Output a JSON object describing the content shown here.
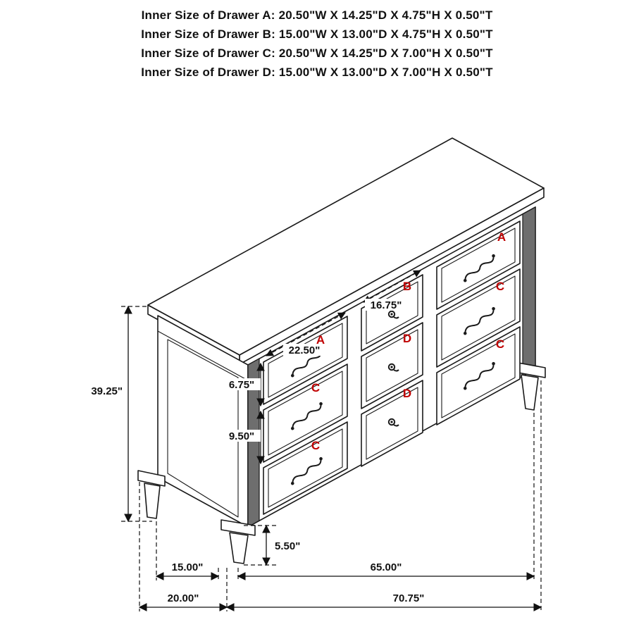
{
  "header": {
    "lines": [
      "Inner Size of Drawer A: 20.50\"W X 14.25\"D X 4.75\"H X 0.50\"T",
      "Inner Size of Drawer B: 15.00\"W X 13.00\"D X 4.75\"H X 0.50\"T",
      "Inner Size of Drawer C: 20.50\"W X 14.25\"D X 7.00\"H X 0.50\"T",
      "Inner Size of Drawer D: 15.00\"W X 13.00\"D X 7.00\"H X 0.50\"T"
    ]
  },
  "drawers": {
    "left": [
      "A",
      "C",
      "C"
    ],
    "middle": [
      "B",
      "D",
      "D"
    ],
    "right": [
      "A",
      "C",
      "C"
    ]
  },
  "dimensions": {
    "total_height": "39.25\"",
    "row_a_height": "6.75\"",
    "row_c_height": "9.50\"",
    "drawer_a_width": "22.50\"",
    "drawer_b_width": "16.75\"",
    "leg_height": "5.50\"",
    "leg_depth_span": "15.00\"",
    "leg_width_span": "65.00\"",
    "total_depth": "20.00\"",
    "total_width": "70.75\""
  },
  "colors": {
    "line": "#1a1a1a",
    "label_red": "#c00000",
    "background": "#ffffff"
  }
}
